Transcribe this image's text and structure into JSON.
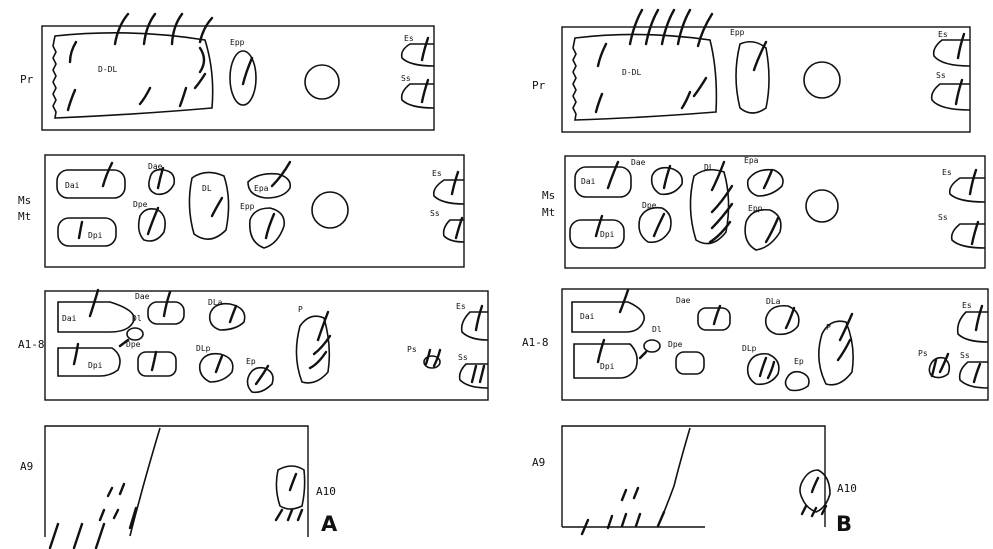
{
  "figure": {
    "panels": [
      {
        "id": "A",
        "label": "A",
        "segments": [
          {
            "id": "pr",
            "label": "Pr",
            "groups": [
              "D-DL",
              "Epp",
              "Es",
              "Ss"
            ]
          },
          {
            "id": "msmt",
            "label": [
              "Ms",
              "Mt"
            ],
            "groups": [
              "Dai",
              "Dae",
              "Dpe",
              "Dpi",
              "DL",
              "Epa",
              "Epp",
              "Es",
              "Ss"
            ]
          },
          {
            "id": "a18",
            "label": "A1-8",
            "groups": [
              "Dai",
              "Dae",
              "Dl",
              "Dpe",
              "Dpi",
              "DLa",
              "DLp",
              "Ep",
              "P",
              "Ps",
              "Es",
              "Ss"
            ]
          },
          {
            "id": "a9",
            "label": "A9",
            "groups": [
              "A10"
            ]
          }
        ]
      },
      {
        "id": "B",
        "label": "B",
        "segments": [
          {
            "id": "pr",
            "label": "Pr",
            "groups": [
              "D-DL",
              "Epp",
              "Es",
              "Ss"
            ]
          },
          {
            "id": "msmt",
            "label": [
              "Ms",
              "Mt"
            ],
            "groups": [
              "Dai",
              "Dae",
              "DL",
              "Epa",
              "Dpe",
              "Dpi",
              "Epp",
              "Es",
              "Ss"
            ]
          },
          {
            "id": "a18",
            "label": "A1-8",
            "groups": [
              "Dai",
              "Dae",
              "Dl",
              "Dpe",
              "Dpi",
              "DLa",
              "DLp",
              "Ep",
              "P",
              "Ps",
              "Es",
              "Ss"
            ]
          },
          {
            "id": "a9",
            "label": "A9",
            "groups": [
              "A10"
            ]
          }
        ]
      }
    ]
  }
}
